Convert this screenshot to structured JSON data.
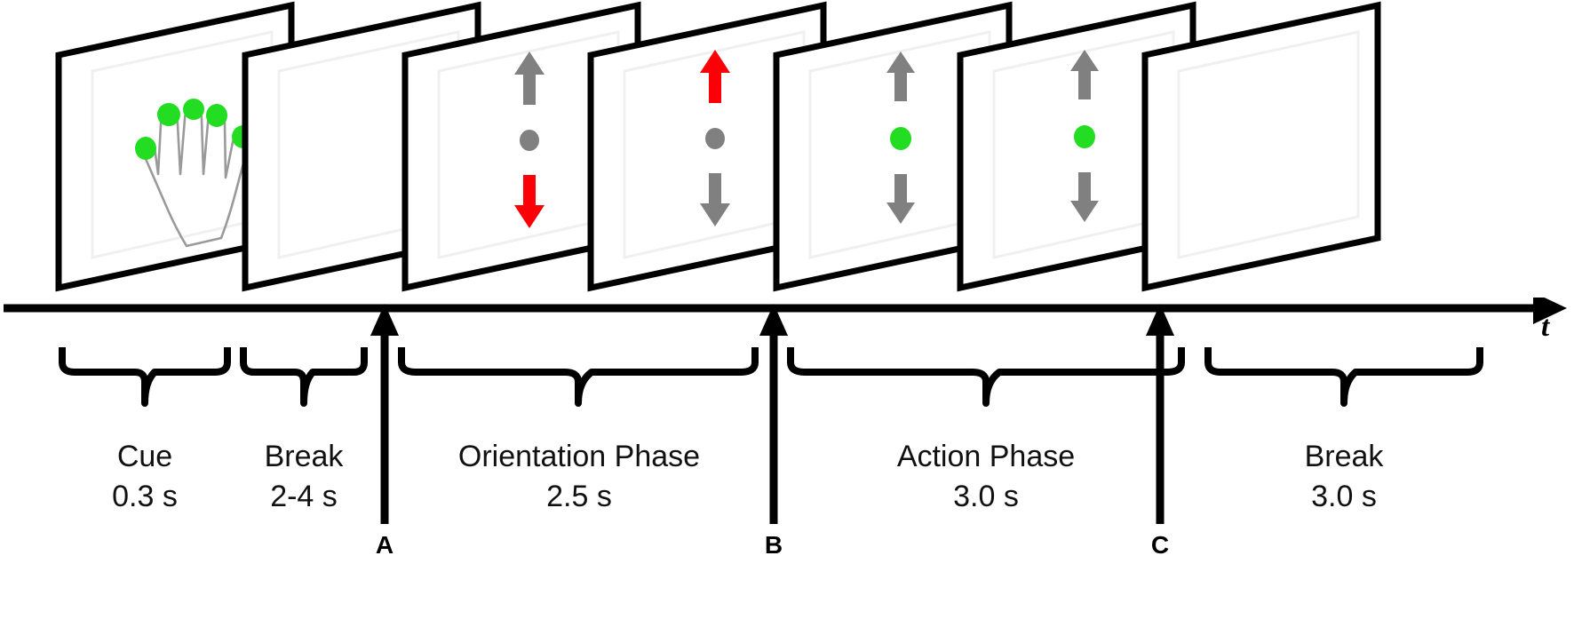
{
  "figure": {
    "type": "experimental-timeline-diagram",
    "axis_label": "t",
    "background": "#ffffff",
    "stroke_color": "#000000",
    "green": "#22dd22",
    "red": "#fb0007",
    "grey": "#808080"
  },
  "panels": [
    {
      "id": "panel-cue",
      "name": "cue-hand-screen",
      "content": "hand-outline-with-five-green-fingertip-dots",
      "dots": 5,
      "dot_color": "#22dd22"
    },
    {
      "id": "panel-break-1",
      "name": "blank-screen",
      "content": "blank"
    },
    {
      "id": "panel-orient-1",
      "name": "orientation-screen-down",
      "content": "arrows",
      "top_arrow": {
        "dir": "up",
        "color": "#808080"
      },
      "center_dot": {
        "color": "#808080"
      },
      "bottom_arrow": {
        "dir": "down",
        "color": "#fb0007"
      }
    },
    {
      "id": "panel-orient-2",
      "name": "orientation-screen-up",
      "content": "arrows",
      "top_arrow": {
        "dir": "up",
        "color": "#fb0007"
      },
      "center_dot": {
        "color": "#808080"
      },
      "bottom_arrow": {
        "dir": "down",
        "color": "#808080"
      }
    },
    {
      "id": "panel-action-1",
      "name": "action-screen-go-1",
      "content": "arrows",
      "top_arrow": {
        "dir": "up",
        "color": "#808080"
      },
      "center_dot": {
        "color": "#22dd22"
      },
      "bottom_arrow": {
        "dir": "down",
        "color": "#808080"
      }
    },
    {
      "id": "panel-action-2",
      "name": "action-screen-go-2",
      "content": "arrows",
      "top_arrow": {
        "dir": "up",
        "color": "#808080"
      },
      "center_dot": {
        "color": "#22dd22"
      },
      "bottom_arrow": {
        "dir": "down",
        "color": "#808080"
      }
    },
    {
      "id": "panel-break-2",
      "name": "blank-screen",
      "content": "blank"
    }
  ],
  "phases": [
    {
      "id": "cue",
      "label": "Cue",
      "duration": "0.3 s"
    },
    {
      "id": "break-1",
      "label": "Break",
      "duration": "2-4 s"
    },
    {
      "id": "orientation",
      "label": "Orientation Phase",
      "duration": "2.5 s"
    },
    {
      "id": "action",
      "label": "Action Phase",
      "duration": "3.0 s"
    },
    {
      "id": "break-2",
      "label": "Break",
      "duration": "3.0 s"
    }
  ],
  "markers": [
    {
      "id": "A",
      "label": "A"
    },
    {
      "id": "B",
      "label": "B"
    },
    {
      "id": "C",
      "label": "C"
    }
  ]
}
